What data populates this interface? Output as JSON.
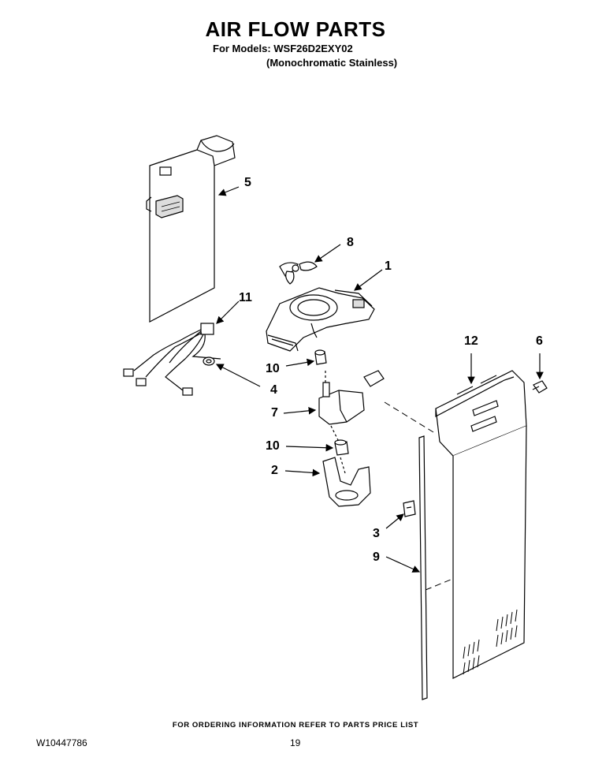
{
  "header": {
    "title": "AIR FLOW PARTS",
    "models_line": "For Models: WSF26D2EXY02",
    "variant_line": "(Monochromatic Stainless)"
  },
  "callouts": {
    "c1": "1",
    "c2": "2",
    "c3": "3",
    "c4": "4",
    "c5": "5",
    "c6": "6",
    "c7": "7",
    "c8": "8",
    "c9": "9",
    "c10a": "10",
    "c10b": "10",
    "c11": "11",
    "c12": "12"
  },
  "footer": {
    "ordering_note": "FOR ORDERING INFORMATION REFER TO PARTS PRICE LIST",
    "doc_number": "W10447786",
    "page_number": "19"
  }
}
